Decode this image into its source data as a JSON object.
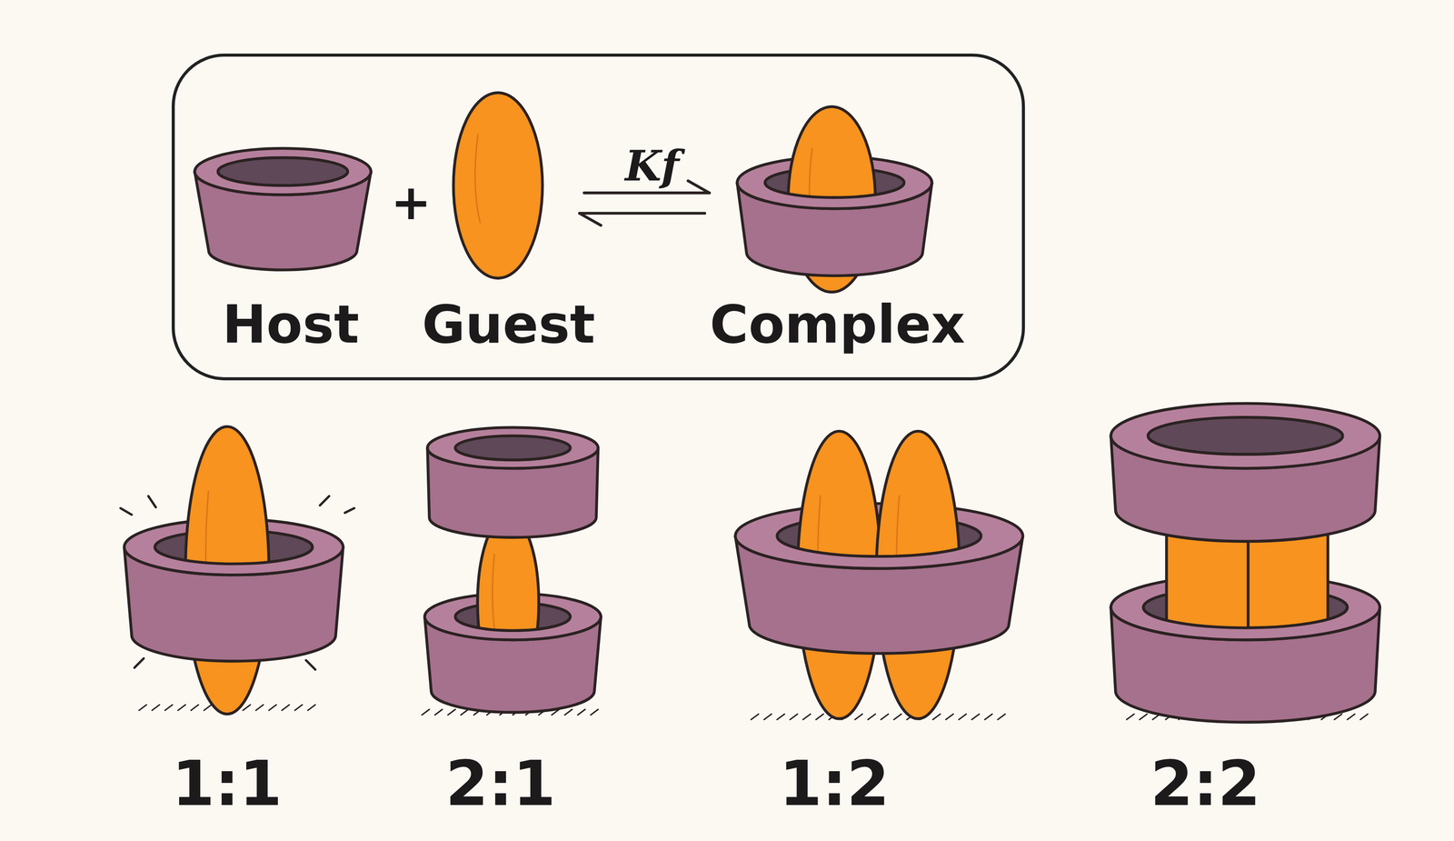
{
  "diagram": {
    "nodes": [
      {
        "text": [
          "Host",
          "+",
          "Guest",
          "Kf",
          "Complex"
        ]
      }
    ],
    "labels": [
      "1:1",
      "2:1",
      "1:2",
      "2:2"
    ]
  }
}
